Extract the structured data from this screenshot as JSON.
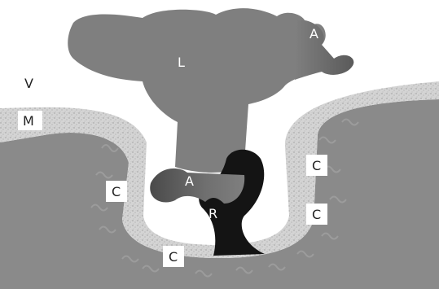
{
  "labels": {
    "lobe": "L",
    "apical_top": "A",
    "apical_lower": "A",
    "rhoptry": "R",
    "vacuole": "V",
    "membrane": "M",
    "c_left": "C",
    "c_right_upper": "C",
    "c_right_lower": "C",
    "c_bottom": "C"
  },
  "colors": {
    "background": "#ffffff",
    "host_tissue": "#8a8a8a",
    "membrane_speckle": "#d2d2d2",
    "lobe_fill": "#7f7f7f",
    "rhoptry_fill": "#141414",
    "label_light": "#ffffff",
    "label_dark": "#222222",
    "label_box": "#ffffff"
  }
}
